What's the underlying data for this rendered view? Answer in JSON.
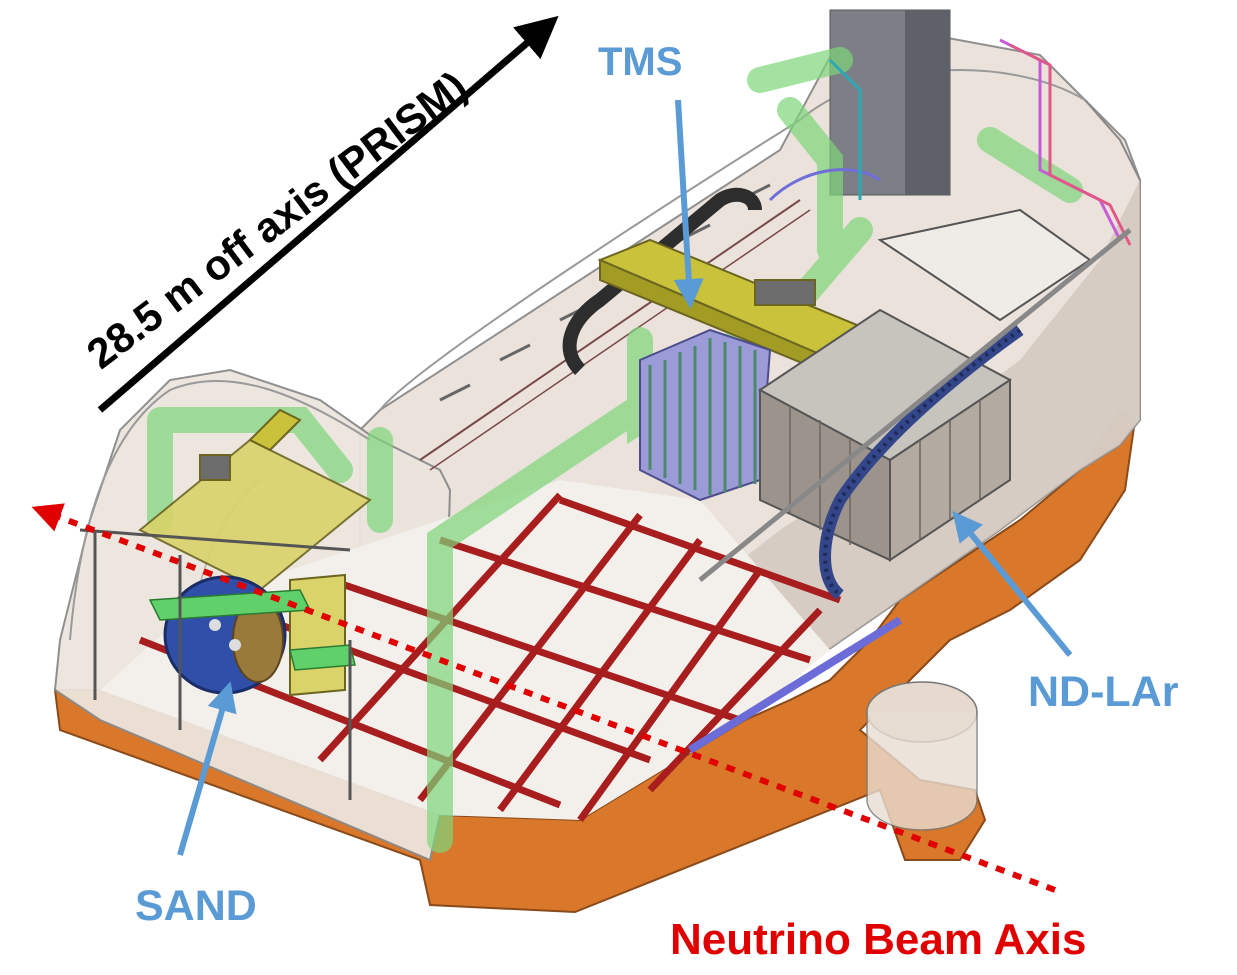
{
  "labels": {
    "tms": "TMS",
    "sand": "SAND",
    "nd_lar": "ND-LAr",
    "beam_axis": "Neutrino Beam Axis",
    "prism": "28.5 m off axis (PRISM)"
  },
  "colors": {
    "label_blue": "#5b9bd5",
    "beam_red": "#e00000",
    "floor_orange": "#d9772b",
    "wall_tan": "#d8ccc2",
    "floor_grid": "#a81e1e",
    "pipe_green": "#7ed67a",
    "crane_yellow": "#c9c23a"
  }
}
